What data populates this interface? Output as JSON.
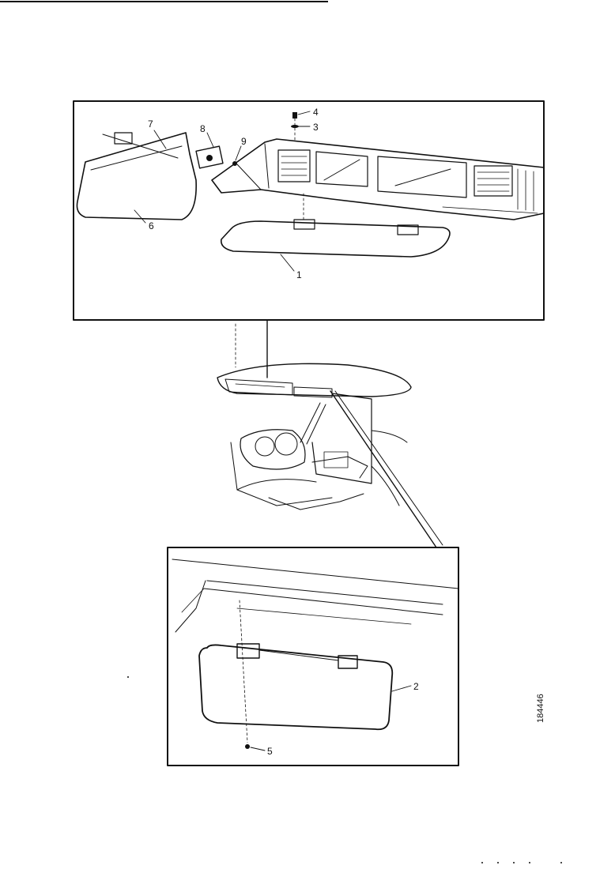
{
  "callouts": {
    "c1": "1",
    "c2": "2",
    "c3": "3",
    "c4": "4",
    "c5": "5",
    "c6": "6",
    "c7": "7",
    "c8": "8",
    "c9": "9"
  },
  "figure_ref": "184446"
}
